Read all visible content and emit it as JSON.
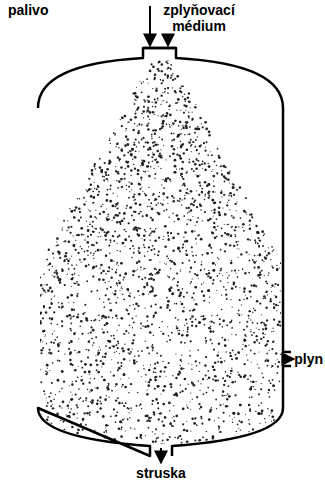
{
  "diagram": {
    "labels": [
      "palivo",
      "zplyňovací médium",
      "plyn",
      "struska"
    ]
  }
}
